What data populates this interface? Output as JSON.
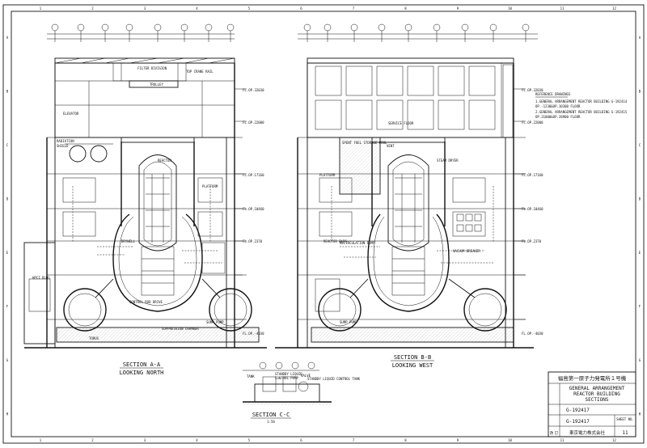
{
  "grid": {
    "columns": [
      "1",
      "2",
      "3",
      "4",
      "5",
      "6",
      "7",
      "8",
      "9",
      "10",
      "11",
      "12"
    ],
    "rows": [
      "A",
      "B",
      "C",
      "D",
      "E",
      "F",
      "G",
      "H"
    ]
  },
  "section_aa": {
    "title": "SECTION A-A",
    "subtitle": "LOOKING NORTH",
    "labels": [
      "FILTER DIVISION",
      "TOP CRANE RAIL",
      "TROLLEY",
      "ELEVATOR",
      "RADIATION",
      "SHIELD",
      "PLATFORM",
      "REACTOR",
      "DRYWELL",
      "TORUS",
      "HPCI BLDG",
      "SUPPRESSION CHAMBER",
      "SUMP PUMP",
      "FL.OP.-4030",
      "CONTROL ROD DRIVE",
      "FL.OP.2370",
      "FL.OP.10460",
      "FL.OP.17160",
      "FL.OP.22000",
      "FL.OP.32030"
    ]
  },
  "section_bb": {
    "title": "SECTION B-B",
    "subtitle": "LOOKING WEST",
    "labels": [
      "SERVICE FLOOR",
      "SPENT FUEL STORAGE POOL",
      "RECIRCULATION PUMP",
      "STEAM DRYER",
      "VENT",
      "REACTOR BLDG.",
      "VACUUM BREAKER",
      "PLATFORM",
      "SUMP PUMP",
      "FL.OP.-4030",
      "FL.OP.2370",
      "FL.OP.10460",
      "FL.OP.17160",
      "FL.OP.22000",
      "FL.OP.32030"
    ]
  },
  "section_cc": {
    "title": "SECTION C-C",
    "scale": "1:50",
    "labels": [
      "TANK",
      "STANDBY LIQUID",
      "CONTROL PUMP",
      "VALVE",
      "STANDBY LIQUID CONTROL TANK"
    ]
  },
  "reference": {
    "title": "REFERENCE DRAWINGS",
    "lines": [
      "1.GENERAL ARRANGEMENT REACTOR BUILDING  G-192414",
      "  OP.-1230&OP.10300 FLOOR",
      "2.GENERAL ARRANGEMENT REACTOR BUILDING  G-192415",
      "  OP.31000&OP.28900 FLOOR"
    ]
  },
  "title_block": {
    "plant_name": "福島第一原子力発電所１号機",
    "drawing_title": [
      "GENERAL ARRANGEMENT",
      "REACTOR BUILDING",
      "SECTIONS"
    ],
    "drawing_number_1": "G-192417",
    "drawing_number_2": "G-192417",
    "company": "東京電力株式会社",
    "sheet_label": "SHEET NO.",
    "sheet_no": "11",
    "rev_label": "改 訂"
  }
}
